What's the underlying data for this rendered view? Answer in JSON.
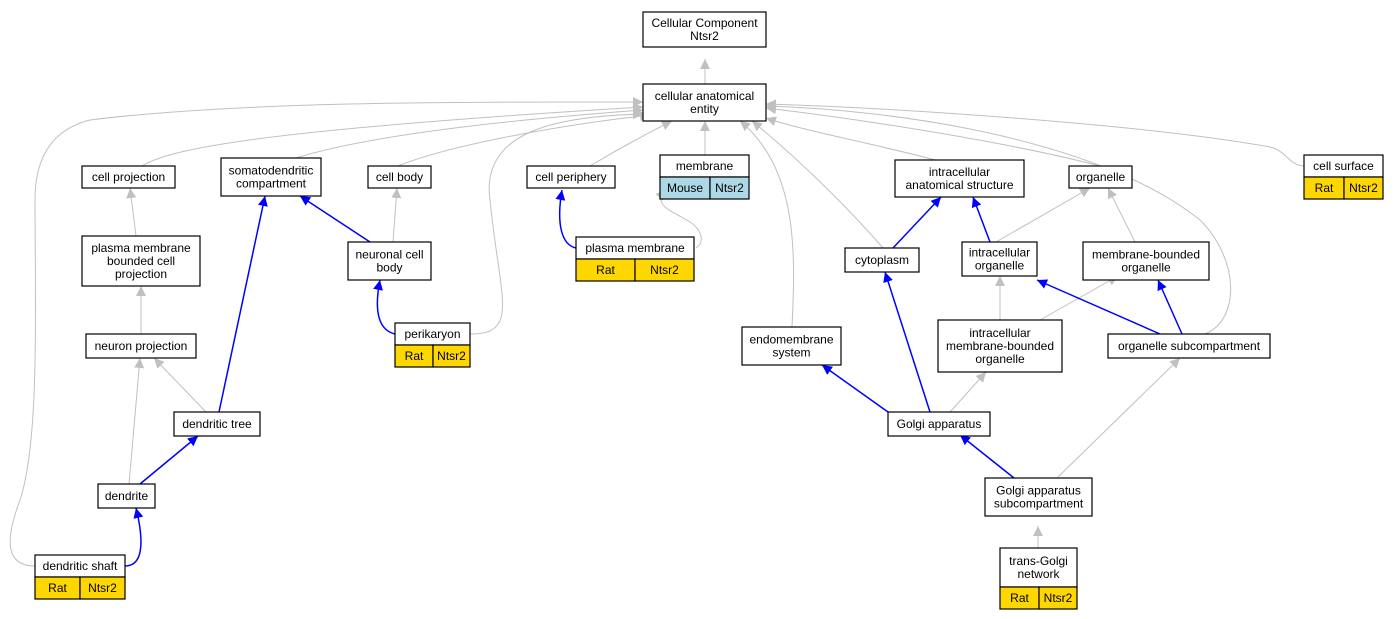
{
  "colors": {
    "gray_edge": "#c0c0c0",
    "blue_edge": "#0000ff",
    "rat": "#ffd700",
    "mouse": "#add8e6"
  },
  "nodes": {
    "root": [
      "Cellular Component",
      "Ntsr2"
    ],
    "cae": [
      "cellular anatomical",
      "entity"
    ],
    "cell_projection": [
      "cell projection"
    ],
    "somatodendritic": [
      "somatodendritic",
      "compartment"
    ],
    "cell_body": [
      "cell body"
    ],
    "cell_periphery": [
      "cell periphery"
    ],
    "membrane": [
      "membrane"
    ],
    "intracellular_anatomical": [
      "intracellular",
      "anatomical structure"
    ],
    "organelle": [
      "organelle"
    ],
    "cell_surface": [
      "cell surface"
    ],
    "pm_bounded_projection": [
      "plasma membrane",
      "bounded cell",
      "projection"
    ],
    "neuronal_cell_body": [
      "neuronal cell",
      "body"
    ],
    "plasma_membrane": [
      "plasma membrane"
    ],
    "cytoplasm": [
      "cytoplasm"
    ],
    "intracellular_organelle": [
      "intracellular",
      "organelle"
    ],
    "membrane_bounded_organelle": [
      "membrane-bounded",
      "organelle"
    ],
    "perikaryon": [
      "perikaryon"
    ],
    "neuron_projection": [
      "neuron projection"
    ],
    "endomembrane": [
      "endomembrane",
      "system"
    ],
    "ic_mb_organelle": [
      "intracellular",
      "membrane-bounded",
      "organelle"
    ],
    "organelle_subcompartment": [
      "organelle subcompartment"
    ],
    "dendritic_tree": [
      "dendritic tree"
    ],
    "golgi": [
      "Golgi apparatus"
    ],
    "dendrite": [
      "dendrite"
    ],
    "golgi_sub": [
      "Golgi apparatus",
      "subcompartment"
    ],
    "dendritic_shaft": [
      "dendritic shaft"
    ],
    "trans_golgi": [
      "trans-Golgi",
      "network"
    ]
  },
  "annotations": {
    "membrane": [
      "Mouse",
      "Ntsr2"
    ],
    "cell_surface": [
      "Rat",
      "Ntsr2"
    ],
    "plasma_membrane": [
      "Rat",
      "Ntsr2"
    ],
    "perikaryon": [
      "Rat",
      "Ntsr2"
    ],
    "dendritic_shaft": [
      "Rat",
      "Ntsr2"
    ],
    "trans_golgi": [
      "Rat",
      "Ntsr2"
    ]
  }
}
